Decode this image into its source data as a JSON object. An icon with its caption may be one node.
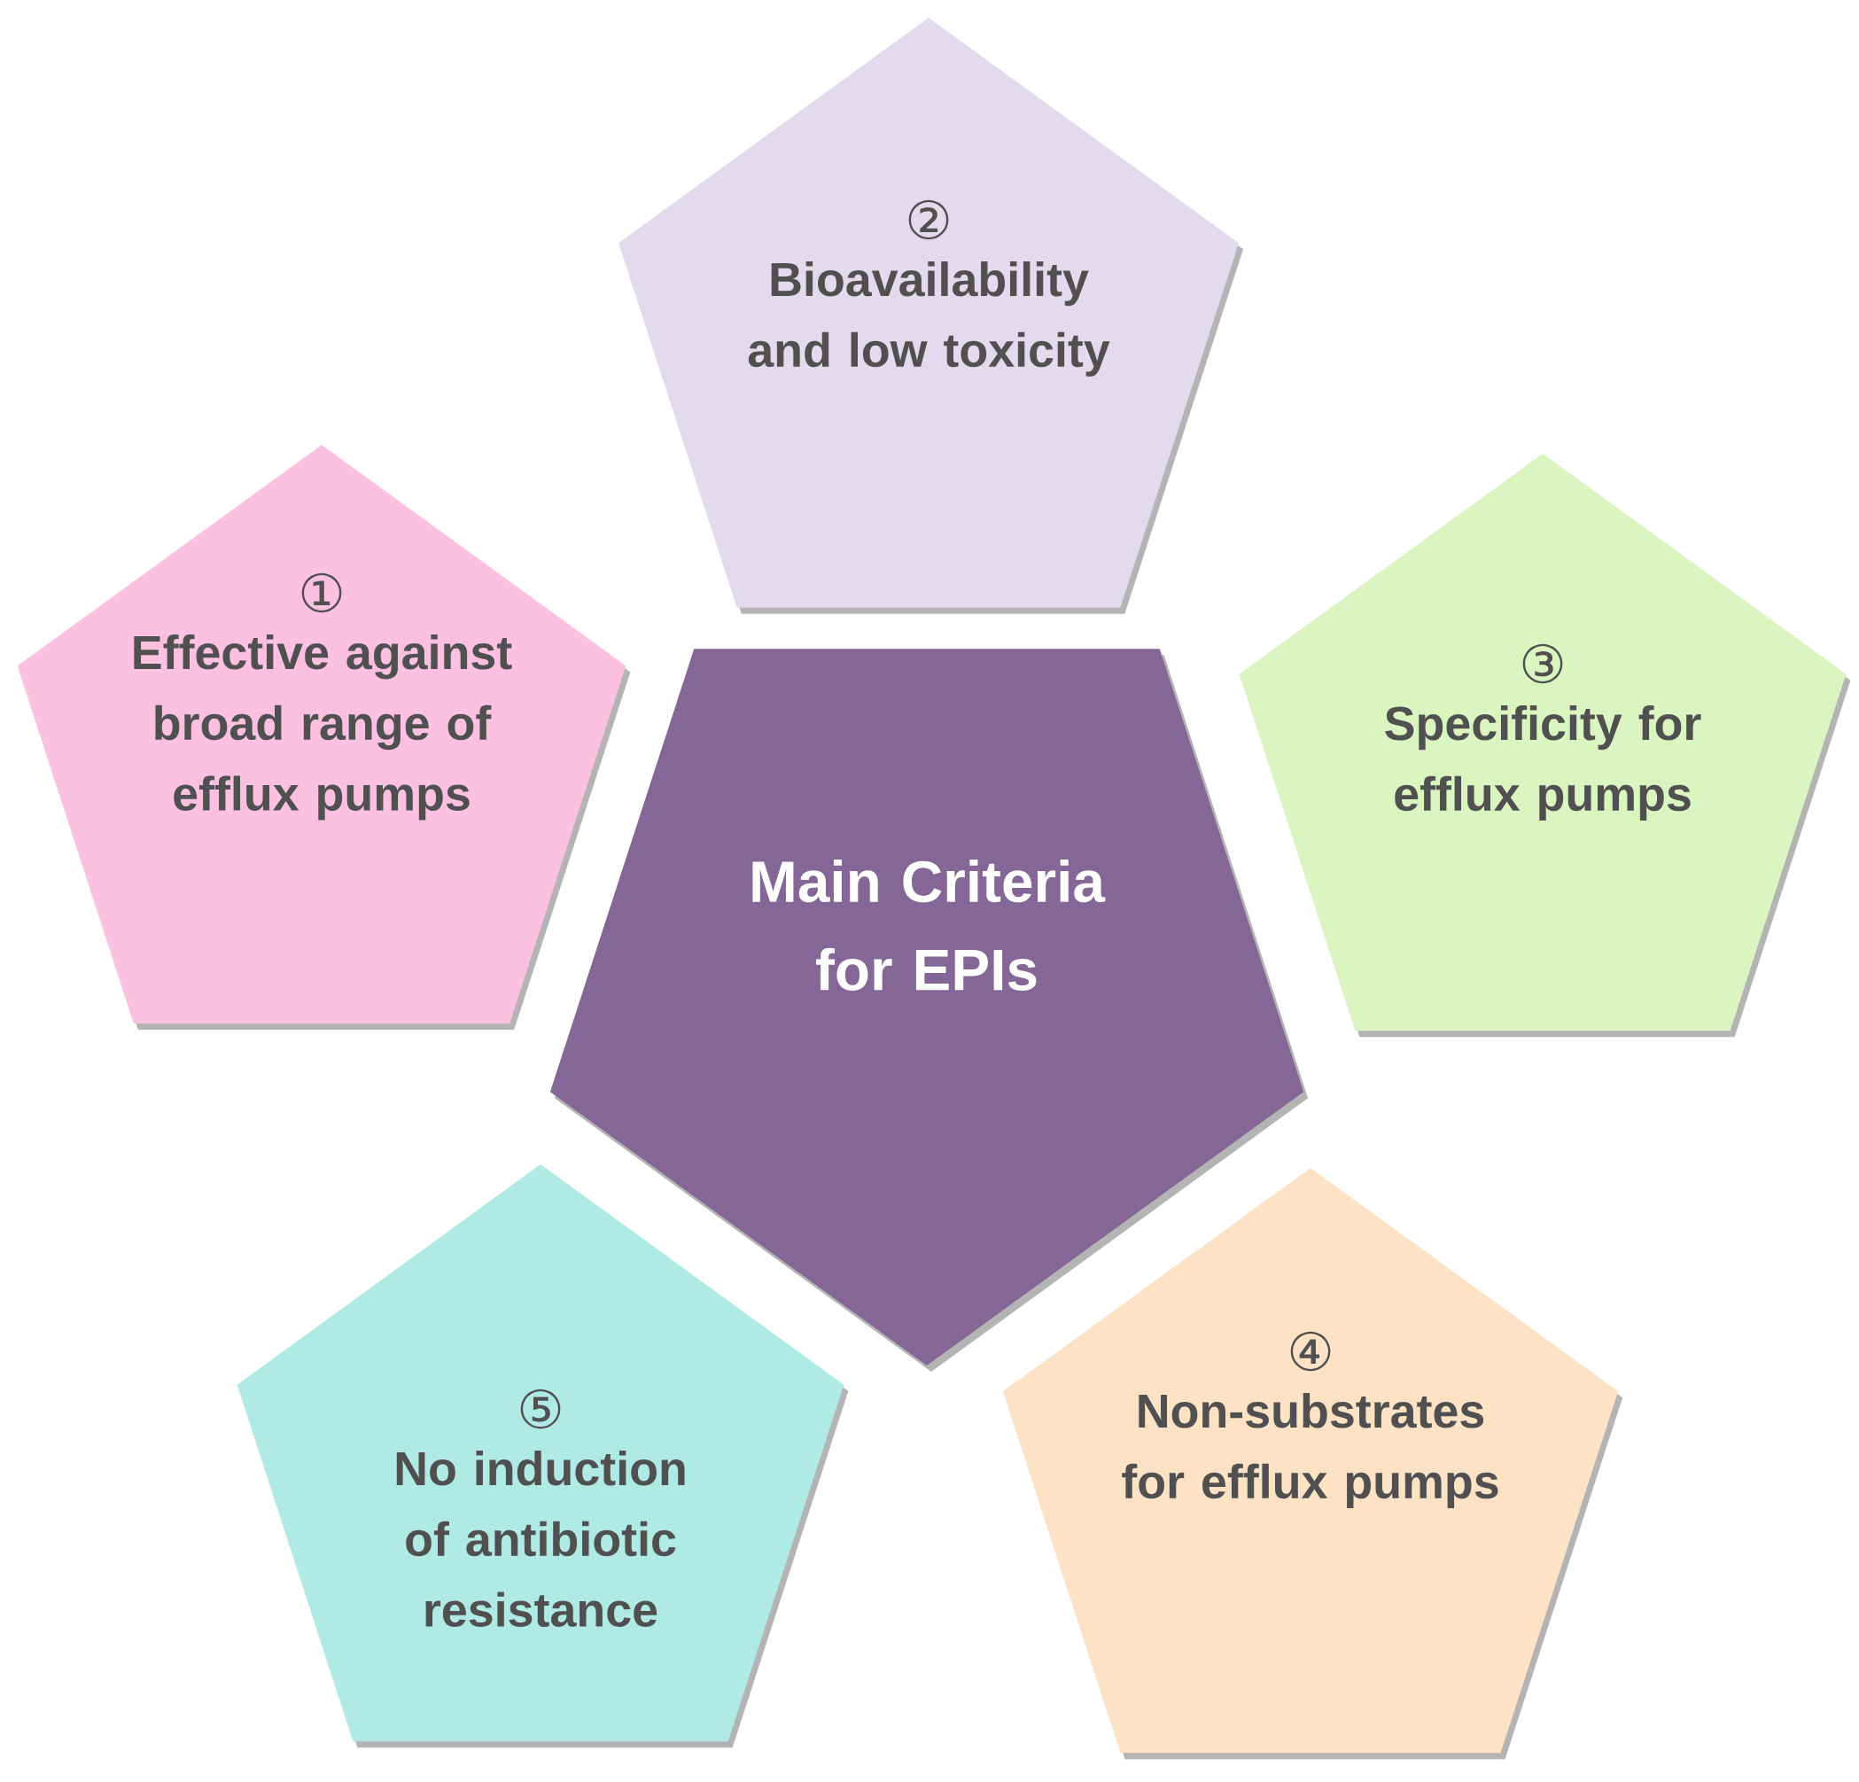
{
  "diagram": {
    "nodes": [
      {
        "text": [
          "Main Criteria for EPIs"
        ]
      },
      {
        "text": [
          "①",
          "Effective against broad range of efflux pumps"
        ]
      },
      {
        "text": [
          "②",
          "Bioavailability and low toxicity"
        ]
      },
      {
        "text": [
          "③",
          "Specificity for efflux pumps"
        ]
      },
      {
        "text": [
          "④",
          "Non-substrates for efflux pumps"
        ]
      },
      {
        "text": [
          "⑤",
          "No induction of antibiotic resistance"
        ]
      }
    ]
  }
}
